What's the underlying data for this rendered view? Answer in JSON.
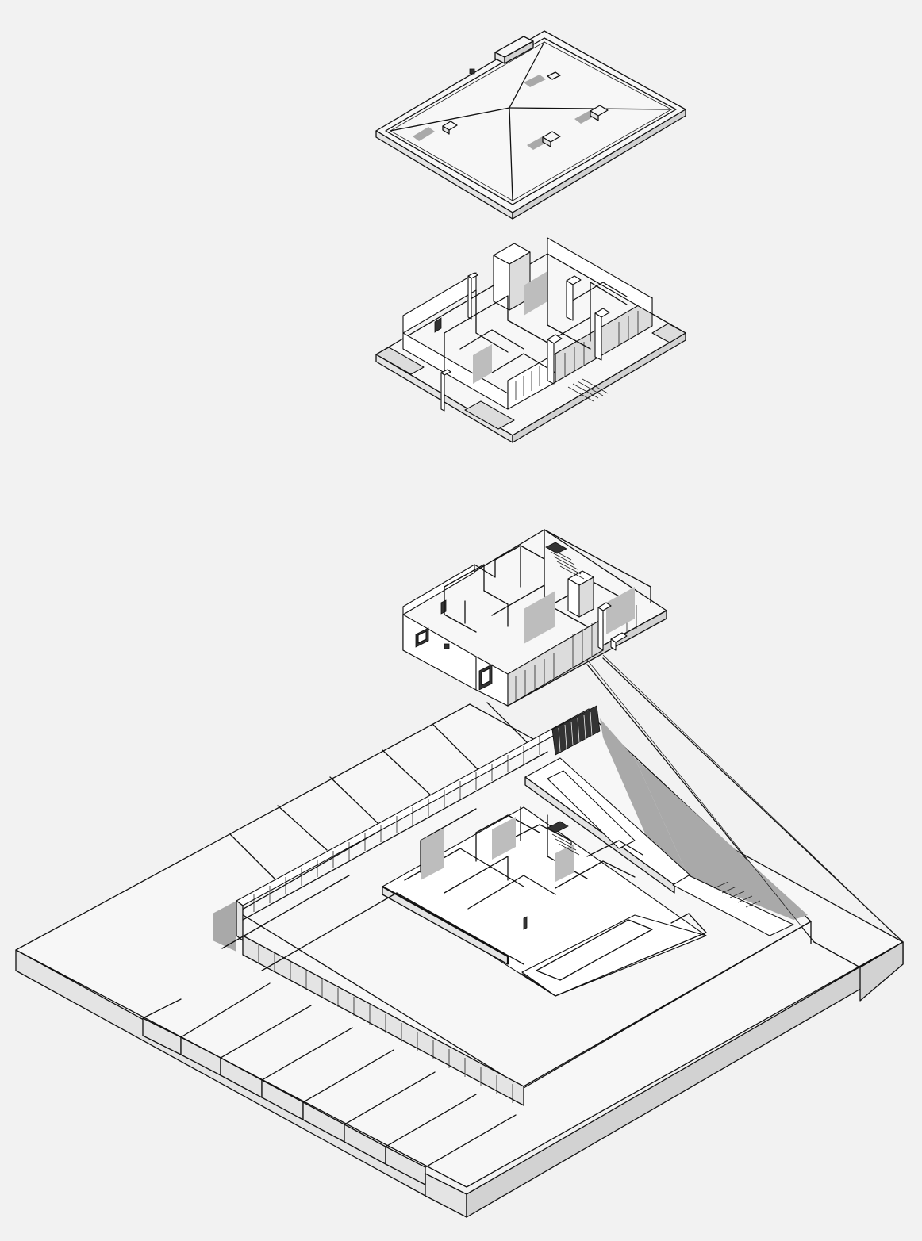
{
  "figure": {
    "type": "exploded axonometric drawing",
    "background": "#f2f2f2",
    "line_color": "#111111",
    "shadow_color": "#a9a9a9"
  },
  "layers": [
    {
      "name": "roof"
    },
    {
      "name": "upper-floor"
    },
    {
      "name": "ground-floor"
    },
    {
      "name": "basement-and-site"
    }
  ]
}
